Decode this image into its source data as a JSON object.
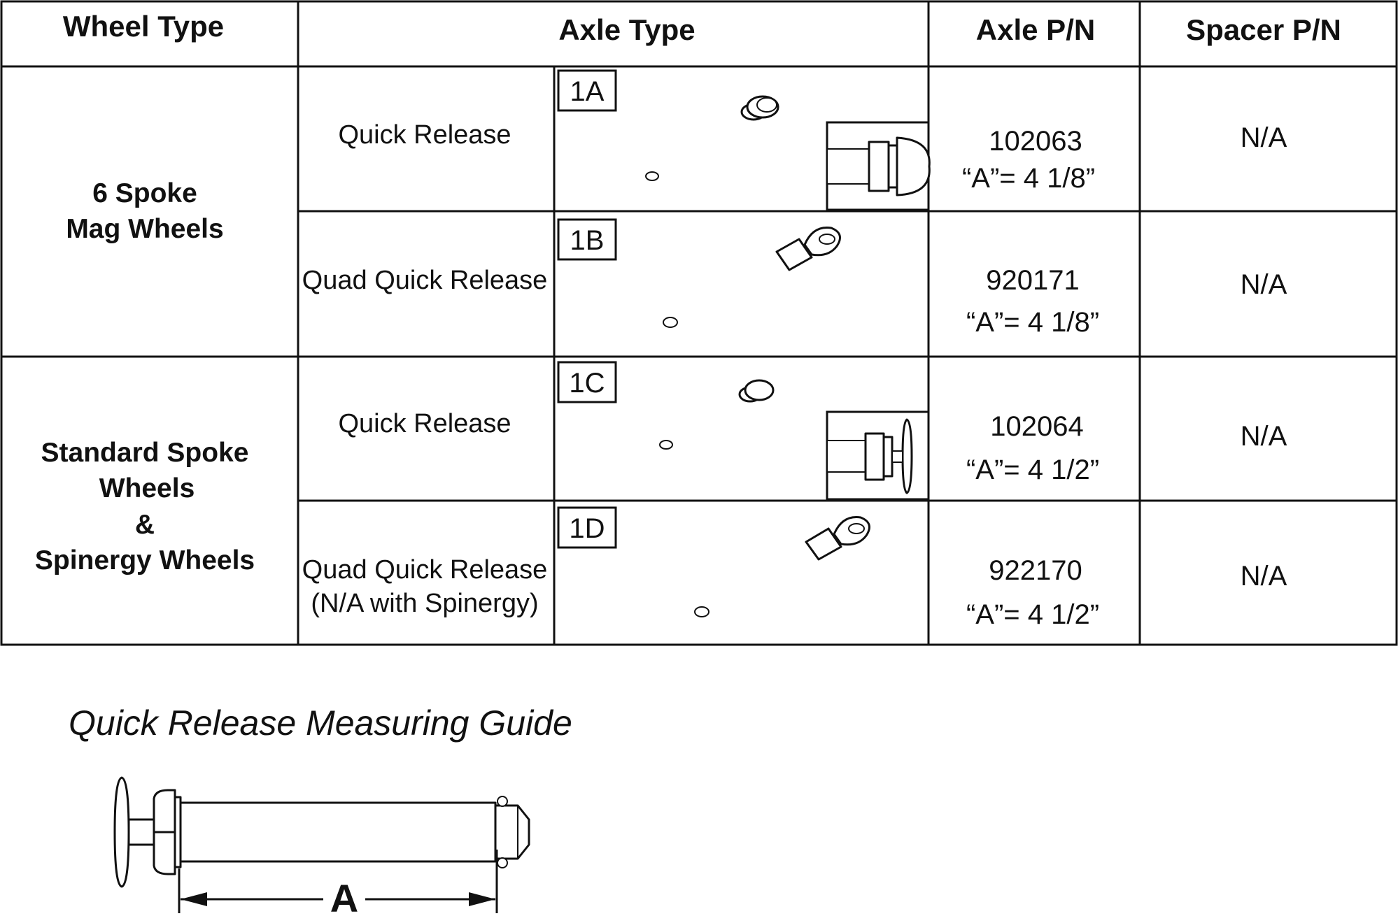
{
  "table": {
    "headers": {
      "wheel_type": "Wheel Type",
      "axle_type": "Axle Type",
      "axle_pn": "Axle P/N",
      "spacer_pn": "Spacer P/N"
    },
    "groups": [
      {
        "wheel_type_lines": [
          "6 Spoke",
          "Mag Wheels"
        ]
      },
      {
        "wheel_type_lines": [
          "Standard Spoke",
          "Wheels",
          "&",
          "Spinergy Wheels"
        ]
      }
    ],
    "rows": [
      {
        "axle_lines": [
          "Quick Release"
        ],
        "tag": "1A",
        "axle_pn": "102063",
        "dimension": "“A”= 4 1/8”",
        "spacer_pn": "N/A",
        "icon": "quick-release-axle-icon"
      },
      {
        "axle_lines": [
          "Quad Quick Release"
        ],
        "tag": "1B",
        "axle_pn": "920171",
        "dimension": "“A”= 4 1/8”",
        "spacer_pn": "N/A",
        "icon": "quad-quick-release-axle-icon"
      },
      {
        "axle_lines": [
          "Quick Release"
        ],
        "tag": "1C",
        "axle_pn": "102064",
        "dimension": "“A”= 4 1/2”",
        "spacer_pn": "N/A",
        "icon": "quick-release-axle-icon"
      },
      {
        "axle_lines": [
          "Quad Quick Release",
          "(N/A with Spinergy)"
        ],
        "tag": "1D",
        "axle_pn": "922170",
        "dimension": "“A”= 4 1/2”",
        "spacer_pn": "N/A",
        "icon": "quad-quick-release-axle-icon"
      }
    ]
  },
  "guide": {
    "title": "Quick Release Measuring Guide",
    "dimension_label": "A"
  }
}
